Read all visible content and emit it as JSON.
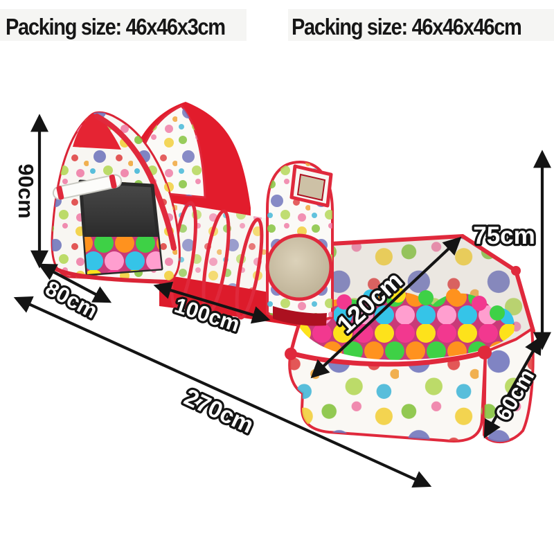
{
  "packing_labels": [
    {
      "text": "Packing size: 46x46x3cm"
    },
    {
      "text": "Packing size: 46x46x46cm"
    }
  ],
  "dim_labels": [
    {
      "id": "tent-height",
      "value": "90cm"
    },
    {
      "id": "tent-base-width",
      "value": "80cm"
    },
    {
      "id": "tunnel-length",
      "value": "100cm"
    },
    {
      "id": "pit-diagonal",
      "value": "120cm"
    },
    {
      "id": "overall-length",
      "value": "270cm"
    },
    {
      "id": "pit-wall-height",
      "value": "75cm"
    },
    {
      "id": "pit-side-length",
      "value": "60cm"
    }
  ],
  "colors": {
    "fabric_red": "#e21c2c",
    "trim_red": "#e0293c",
    "dark_red": "#ac1120",
    "arrow_black": "#141414",
    "mesh_tan": "#cdc1a6",
    "dot_green": "#86c440",
    "dot_yellow": "#f2d03e",
    "dot_purple": "#7277bd",
    "dot_pink": "#ef7fa7",
    "ball_yellow": "#fde21b",
    "ball_magenta": "#f2388f",
    "ball_green": "#3ed146",
    "ball_cyan": "#35c4e8",
    "ball_orange": "#ff921e"
  }
}
